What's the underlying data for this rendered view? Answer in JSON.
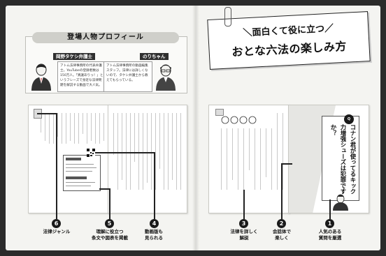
{
  "profile": {
    "title": "登場人物プロフィール",
    "lawyer": {
      "name": "岡野タケシ弁護士",
      "bio": "アトム法律事務所の代表弁護士。YouTubeの登録者数は150万人。「異議ありっ！」というフレーズで身近な法律問題を解説する動画で大人気。"
    },
    "staff": {
      "name": "のりちゃん",
      "bio": "アトム法律事務所の動画編集スタッフ。法律には詳しくないので、タケシ弁護士から教えてもらっている。"
    }
  },
  "banner": {
    "sub": "＼面白くて役に立つ／",
    "main": "おとな六法の楽しみ方"
  },
  "right_page": {
    "question": "コナン君が使ってるキック力増強シューズは犯罪ですか？"
  },
  "callouts": [
    {
      "num": "1",
      "text": "人気のある\n質問を厳選"
    },
    {
      "num": "2",
      "text": "会話体で\n楽しく"
    },
    {
      "num": "3",
      "text": "法律を詳しく\n解説"
    },
    {
      "num": "4",
      "text": "動画版も\n見られる"
    },
    {
      "num": "5",
      "text": "理解に役立つ\n条文や図表を掲載"
    },
    {
      "num": "6",
      "text": "法律ジャンル"
    }
  ],
  "colors": {
    "frame": "#2b2b2b",
    "paper": "#f4f4f1",
    "badge": "#1a1a1a"
  }
}
